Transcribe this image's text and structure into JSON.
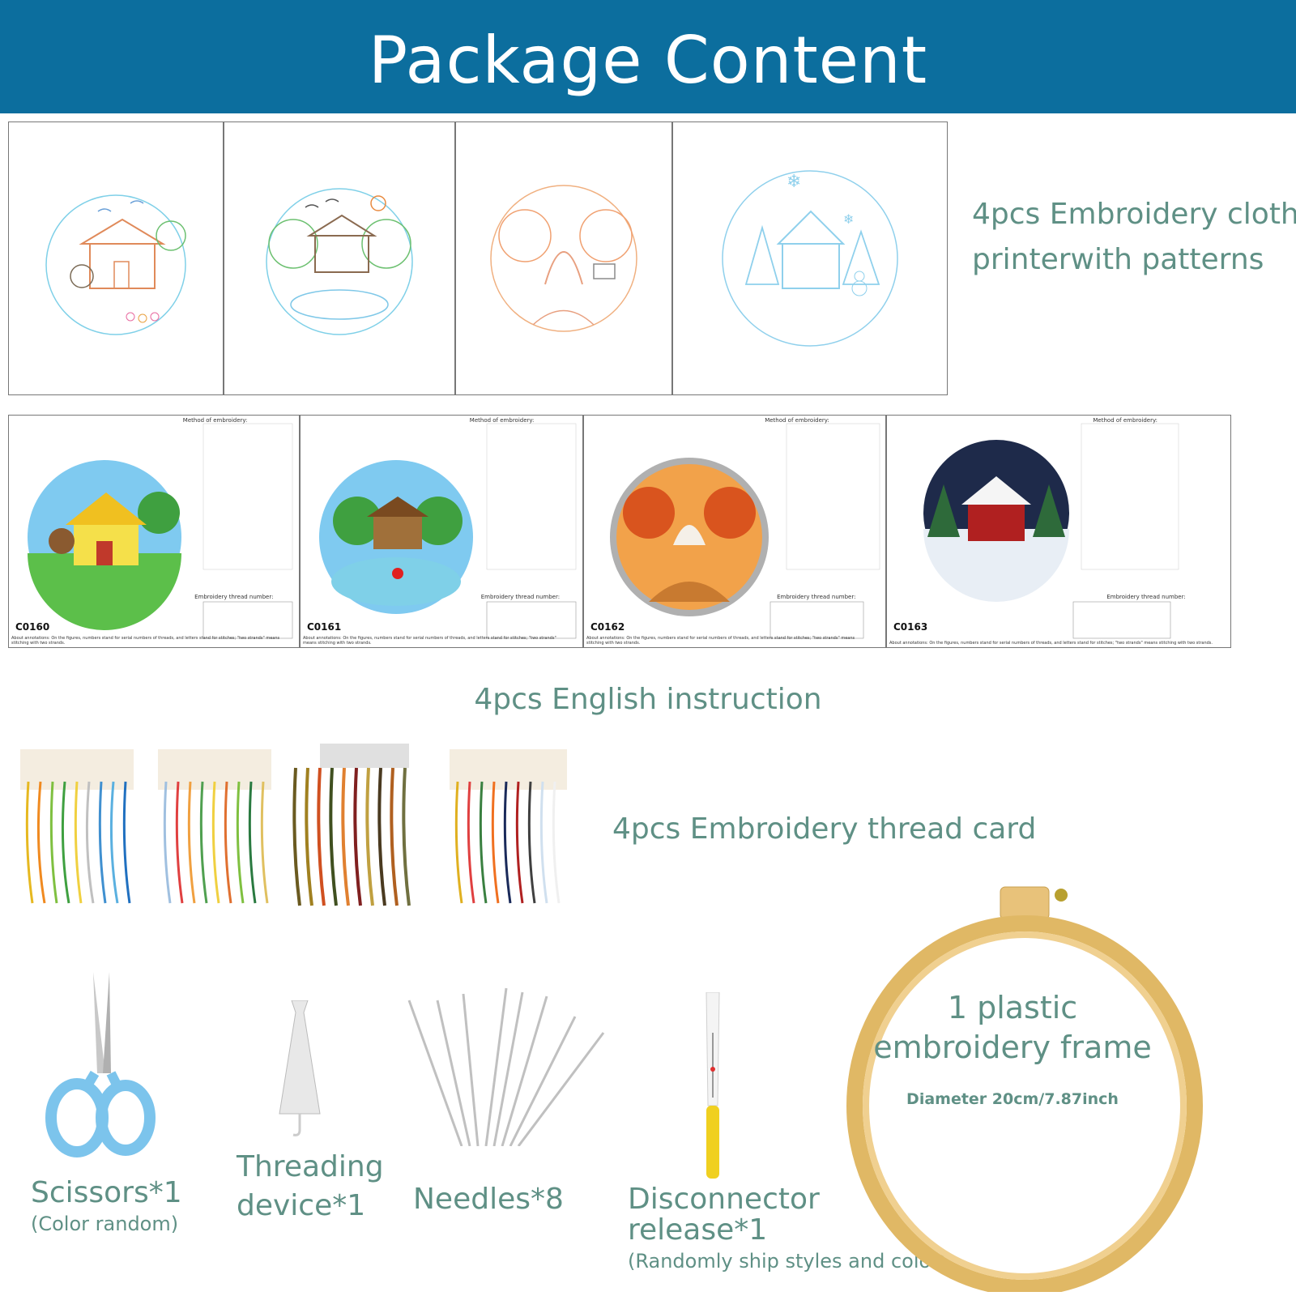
{
  "header": {
    "title": "Package Content"
  },
  "cloth_section": {
    "line1": "4pcs Embroidery cloth",
    "line2": "printerwith patterns"
  },
  "instructions": {
    "caption": "4pcs English instruction",
    "method_heading": "Method of embroidery:",
    "thread_heading": "Embroidery thread number:",
    "note": "About annotations: On the figures, numbers stand for serial numbers of threads, and letters stand for stitches; \"two strands\" means stitching with two strands.",
    "cards": [
      {
        "code": "C0160"
      },
      {
        "code": "C0161"
      },
      {
        "code": "C0162"
      },
      {
        "code": "C0163"
      }
    ]
  },
  "thread_cards": {
    "caption": "4pcs Embroidery thread card"
  },
  "tools": {
    "scissors": {
      "label": "Scissors*1",
      "note": "(Color random)"
    },
    "threader": {
      "line1": "Threading",
      "line2": "device*1"
    },
    "needles": {
      "label": "Needles*8"
    },
    "ripper": {
      "line1": "Disconnector",
      "line2": "release*1",
      "note": "(Randomly ship styles and color)"
    }
  },
  "frame": {
    "line1": "1 plastic",
    "line2": "embroidery frame",
    "diameter": "Diameter 20cm/7.87inch"
  },
  "colors": {
    "banner": "#0c6e9e",
    "caption_text": "#5f9085",
    "hoop": "#e8c27a"
  }
}
